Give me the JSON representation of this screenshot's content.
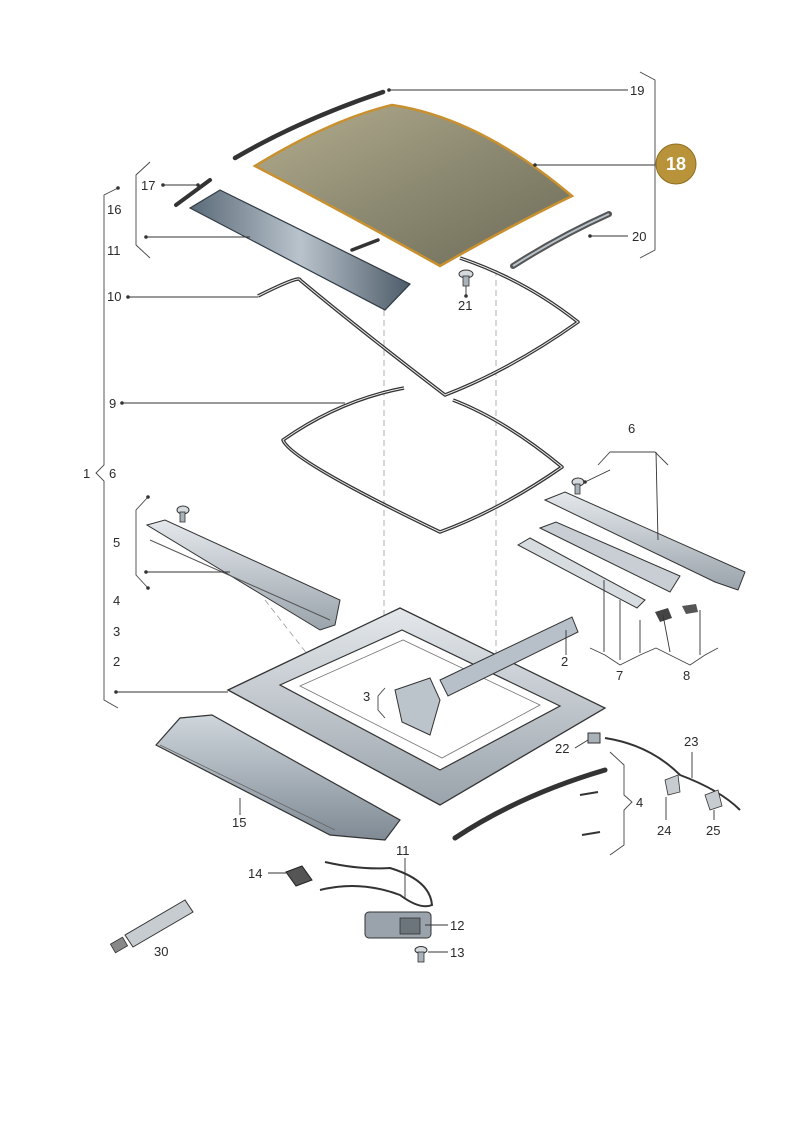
{
  "highlight": {
    "label": "18",
    "color": "#b8933a"
  },
  "labels": {
    "l19": "19",
    "l17": "17",
    "l16": "16",
    "l11a": "11",
    "l20": "20",
    "l21": "21",
    "l10": "10",
    "l9": "9",
    "l1": "1",
    "l6a": "6",
    "l6b": "6",
    "l5": "5",
    "l4a": "4",
    "l3a": "3",
    "l2a": "2",
    "l3b": "3",
    "l2b": "2",
    "l7": "7",
    "l8": "8",
    "l22": "22",
    "l23": "23",
    "l4b": "4",
    "l24": "24",
    "l25": "25",
    "l15": "15",
    "l11b": "11",
    "l14": "14",
    "l12": "12",
    "l13": "13",
    "l30": "30"
  }
}
